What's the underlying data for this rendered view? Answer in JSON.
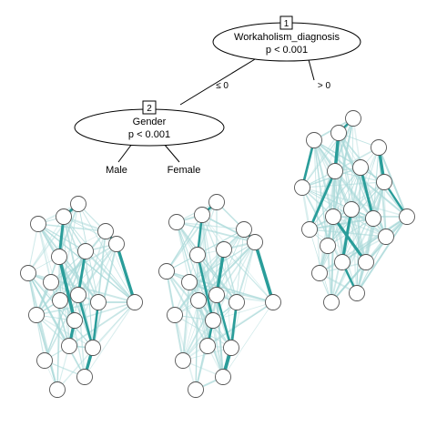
{
  "tree": {
    "root": {
      "id": "1",
      "variable": "Workaholism_diagnosis",
      "p_value": "p < 0.001",
      "left_edge_label": "≤ 0",
      "right_edge_label": "> 0"
    },
    "inner": {
      "id": "2",
      "variable": "Gender",
      "p_value": "p < 0.001",
      "left_edge_label": "Male",
      "right_edge_label": "Female"
    }
  },
  "leaf_networks": [
    {
      "branch": "Male",
      "node_count": 20
    },
    {
      "branch": "Female",
      "node_count": 20
    },
    {
      "branch": "> 0",
      "node_count": 20
    }
  ],
  "colors": {
    "edge_strong": "#2a9d9a",
    "edge_weak": "#a8d8d8",
    "node_fill": "#ffffff",
    "node_stroke": "#555555"
  }
}
